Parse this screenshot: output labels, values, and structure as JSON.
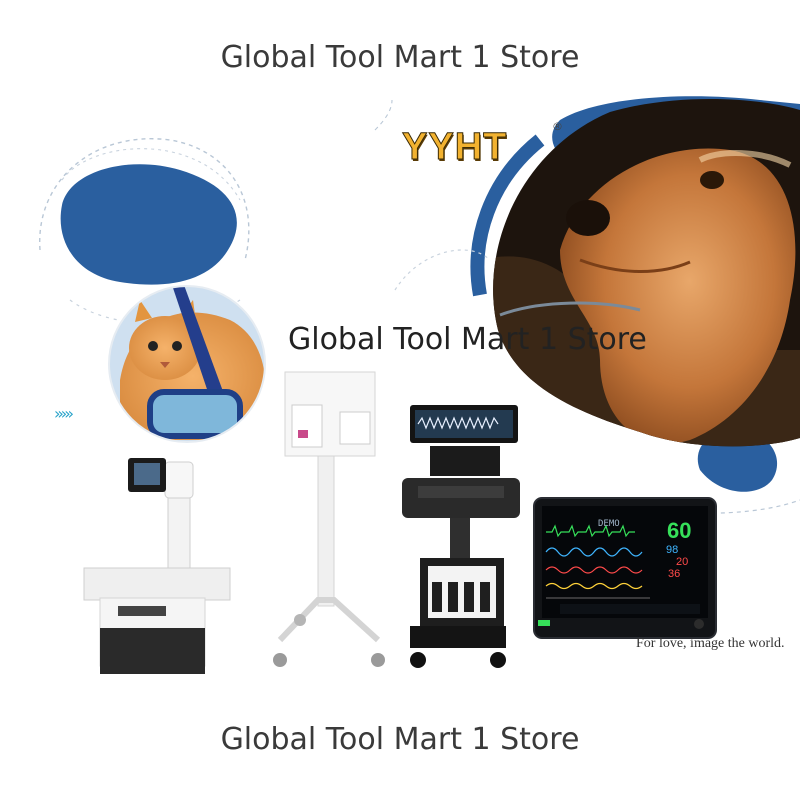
{
  "watermark": {
    "top": "Global Tool Mart 1 Store",
    "middle": "Global Tool Mart 1 Store",
    "bottom": "Global Tool Mart 1 Store"
  },
  "banner": {
    "brand": "YYHT",
    "registered": "®",
    "slogan": "For love, image the world.",
    "arrows": "›››››"
  },
  "monitor": {
    "demo_label": "DEMO",
    "heart_rate": "60",
    "spo2": "98",
    "resp": "20",
    "temp": "36"
  },
  "colors": {
    "accent_blue": "#2a5f9f",
    "brand_gold": "#f2b230",
    "hr_green": "#36e05a"
  }
}
